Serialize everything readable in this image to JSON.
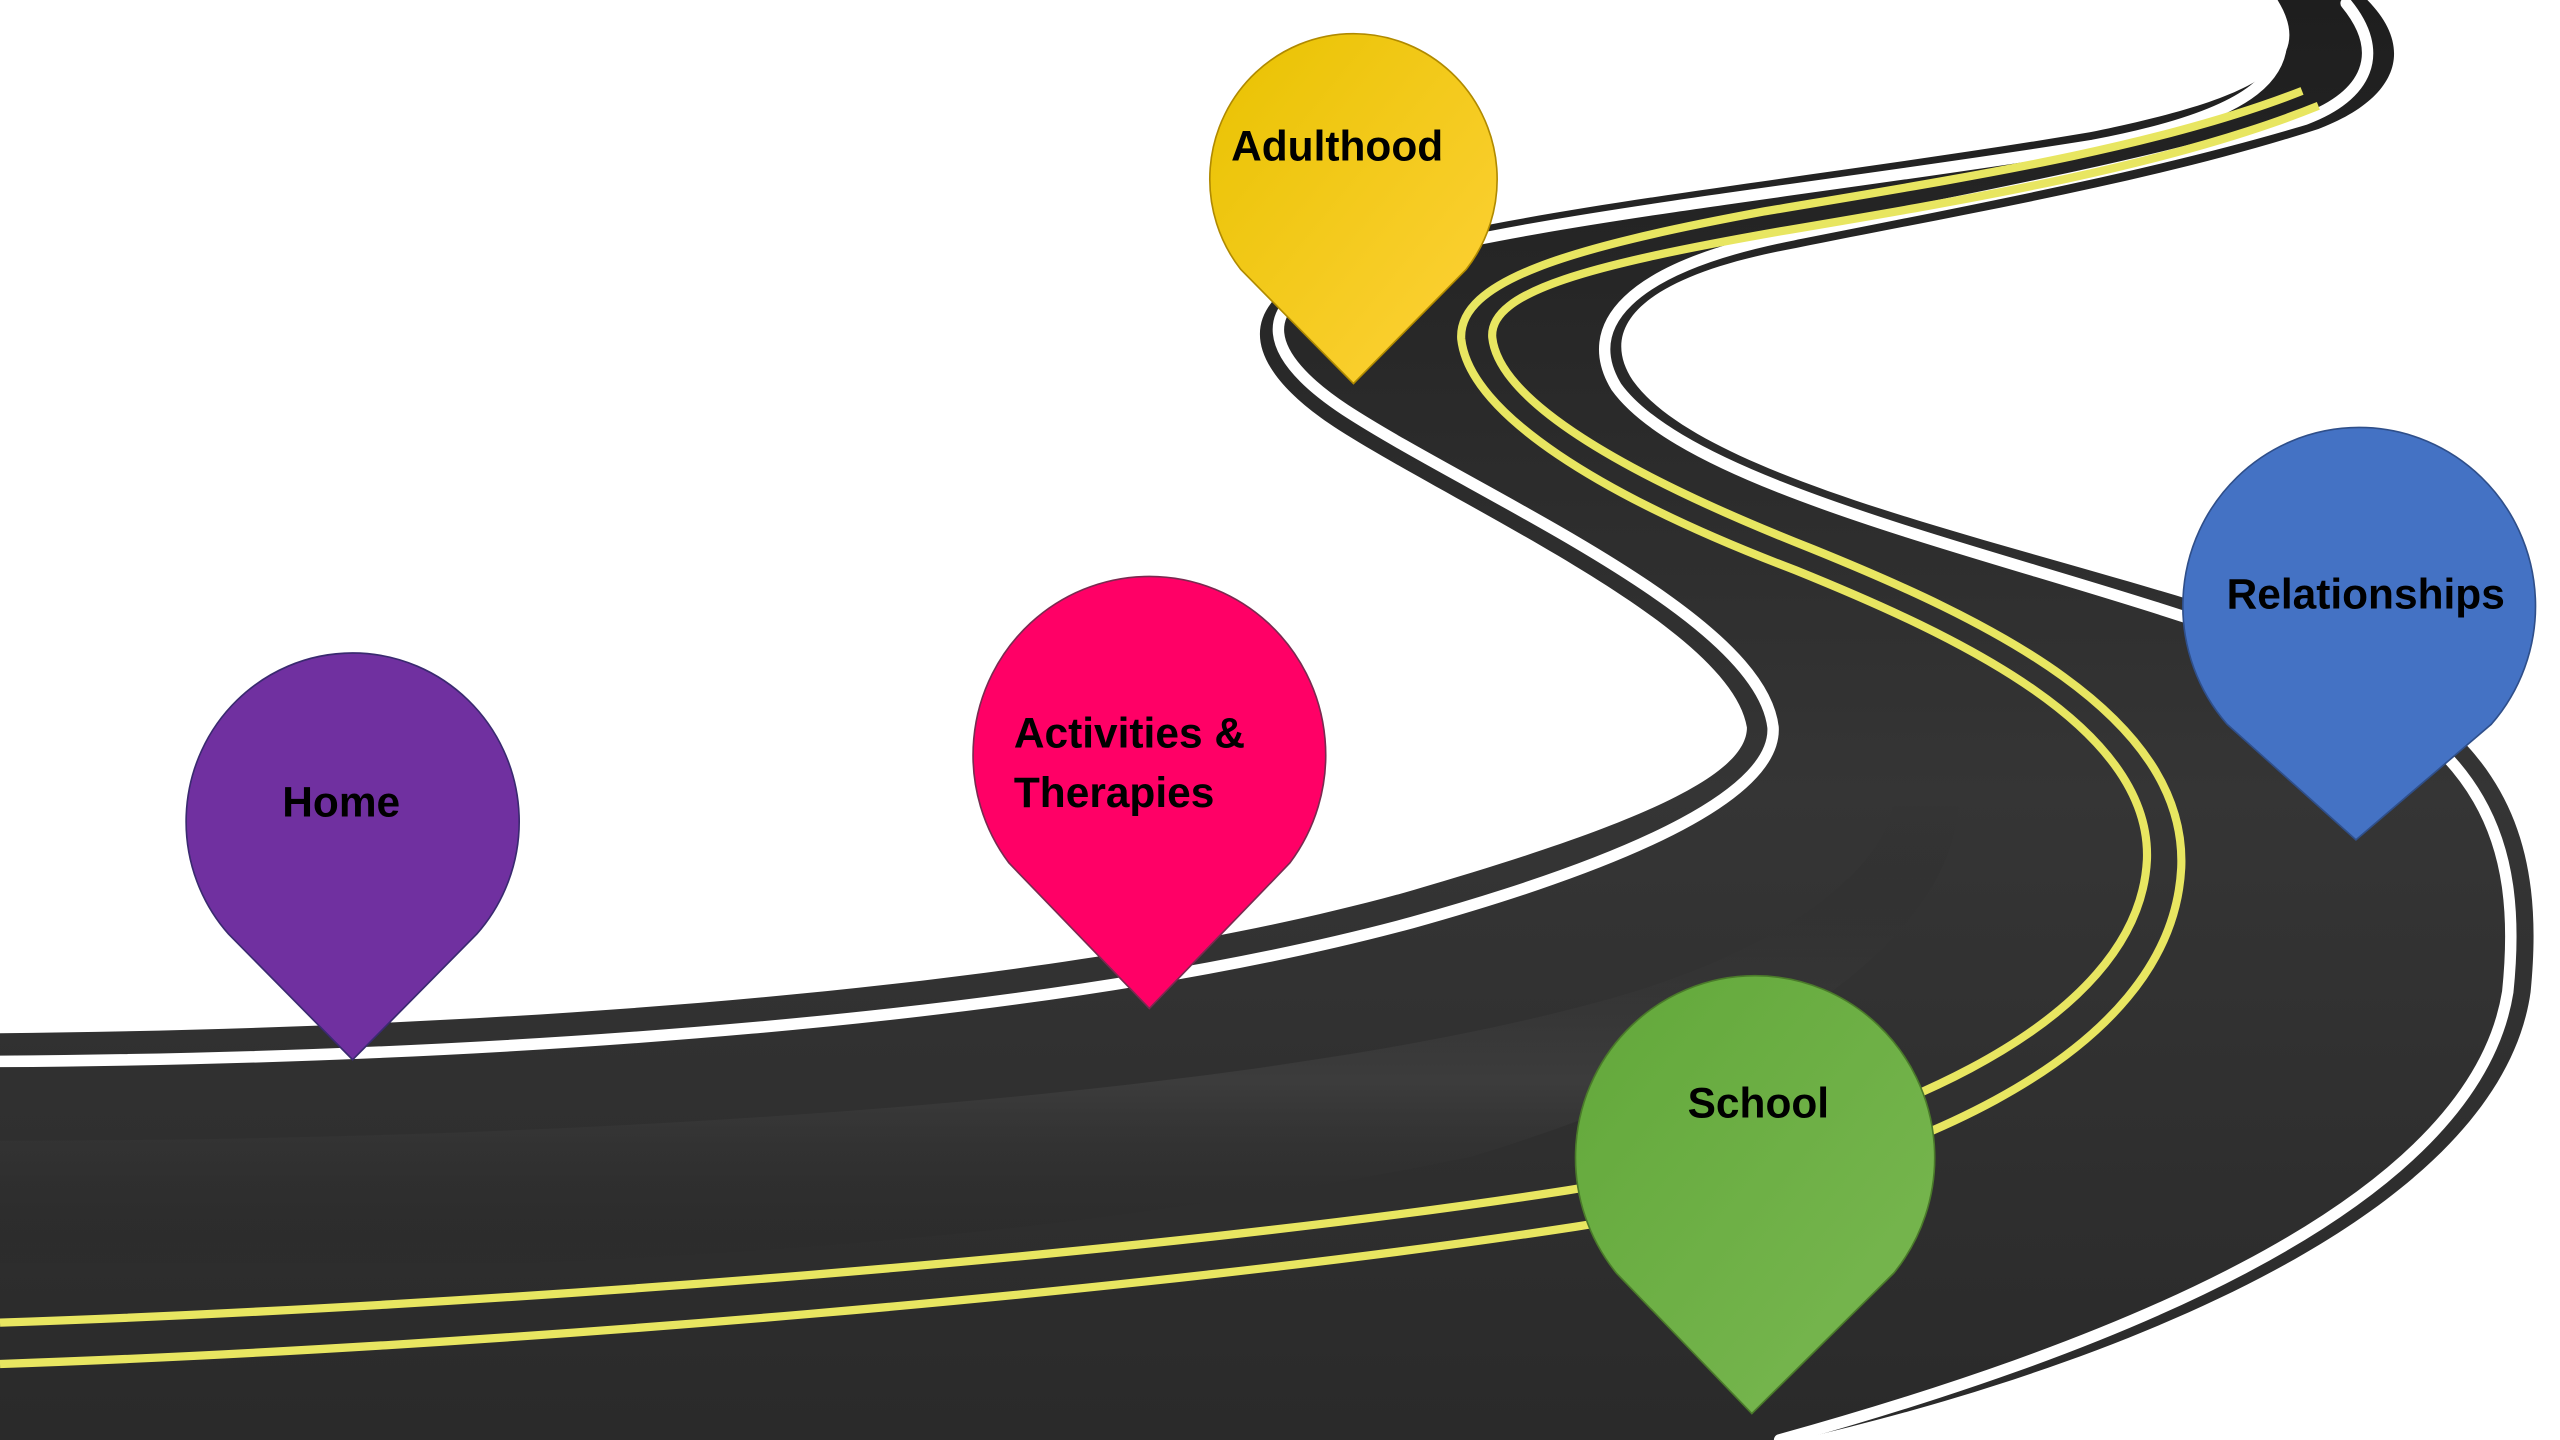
{
  "roadmap": {
    "stops": [
      {
        "id": "home",
        "label": "Home",
        "color": "#7030A0"
      },
      {
        "id": "activities",
        "label_lines": [
          "Activities &",
          "Therapies"
        ],
        "color": "#FF0066"
      },
      {
        "id": "adulthood",
        "label": "Adulthood",
        "color": "#FFC000"
      },
      {
        "id": "relationships",
        "label": "Relationships",
        "color": "#4472C4"
      },
      {
        "id": "school",
        "label": "School",
        "color": "#70AD47"
      }
    ],
    "road": {
      "asphalt_color": "#2b2b2b",
      "edge_line_color": "#ffffff",
      "center_line_color": "#e6e45a"
    }
  }
}
